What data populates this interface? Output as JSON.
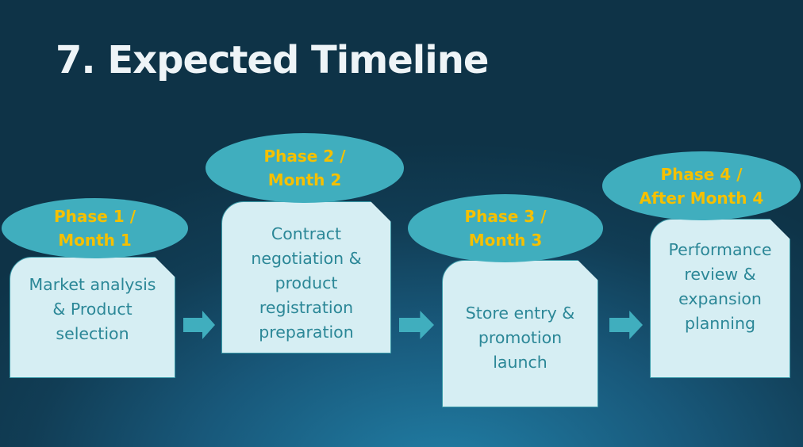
{
  "title": "7. Expected Timeline",
  "phases": [
    {
      "label_line1": "Phase 1 /",
      "label_line2": "Month 1",
      "description": "Market analysis & Product selection"
    },
    {
      "label_line1": "Phase 2 /",
      "label_line2": "Month 2",
      "description": "Contract negotiation & product registration preparation"
    },
    {
      "label_line1": "Phase 3 /",
      "label_line2": "Month 3",
      "description": "Store entry & promotion launch"
    },
    {
      "label_line1": "Phase 4 /",
      "label_line2": "After Month 4",
      "description": "Performance review & expansion planning"
    }
  ],
  "colors": {
    "oval": "#40aebe",
    "oval_text": "#f5c000",
    "card": "#d6eef3",
    "card_text": "#2b8797",
    "arrow": "#40aebe"
  }
}
